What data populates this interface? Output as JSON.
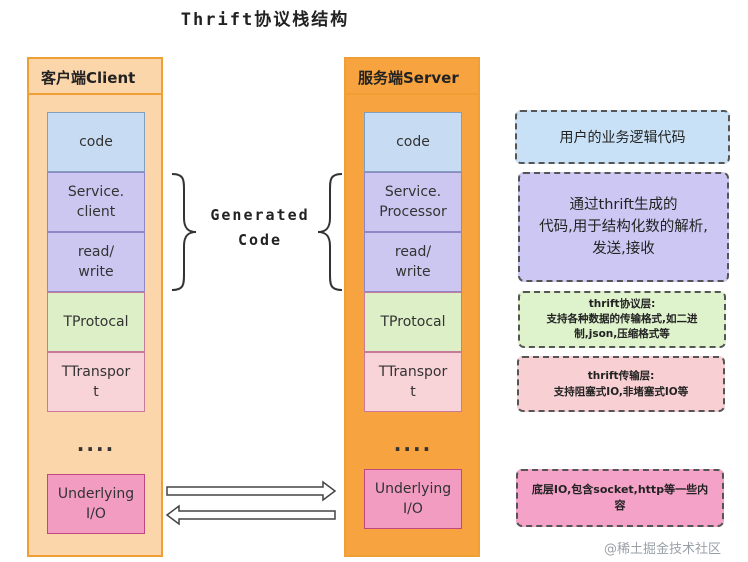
{
  "title": "Thrift协议栈结构",
  "client": {
    "header": "客户端Client",
    "layers": [
      "code",
      "Service.\nclient",
      "read/\nwrite",
      "TProtocal",
      "TTranspor\nt"
    ],
    "dots": "····",
    "io": "Underlying\nI/O"
  },
  "server": {
    "header": "服务端Server",
    "layers": [
      "code",
      "Service.\nProcessor",
      "read/\nwrite",
      "TProtocal",
      "TTranspor\nt"
    ],
    "dots": "····",
    "io": "Underlying\nI/O"
  },
  "generated_code": "Generated\nCode",
  "notes": {
    "user_code": "用户的业务逻辑代码",
    "generated": "通过thrift生成的\n代码,用于结构化数的解析,\n发送,接收",
    "protocol": "thrift协议层:\n支持各种数据的传输格式,如二进\n制,json,压缩格式等",
    "transport": "thrift传输层:\n支持阻塞式IO,非堵塞式IO等",
    "io": "底层IO,包含socket,http等一些内\n容"
  },
  "watermark": "@稀土掘金技术社区",
  "colors": {
    "client_bg": "#fcd6ab",
    "server_bg": "#f7a33f",
    "column_border": "#ef9f33",
    "code_bg": "#c7dcf2",
    "generated_bg": "#cbc7f0",
    "protocol_bg": "#dcefc6",
    "transport_bg": "#f8d3d7",
    "io_bg": "#f29cc2"
  }
}
